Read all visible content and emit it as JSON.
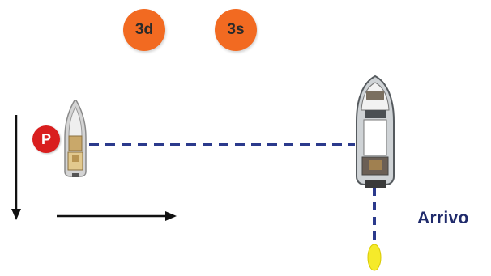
{
  "badges": [
    {
      "label": "3d",
      "color": "#f26a21"
    },
    {
      "label": "3s",
      "color": "#f26a21"
    }
  ],
  "start_marker": {
    "label": "P",
    "color": "#d91e1e"
  },
  "arrival_label": "Arrivo",
  "colors": {
    "dashed_line": "#2b3a8c",
    "arrows": "#111111",
    "buoy": "#f5ea2a",
    "hull": "#d9d9d9"
  }
}
